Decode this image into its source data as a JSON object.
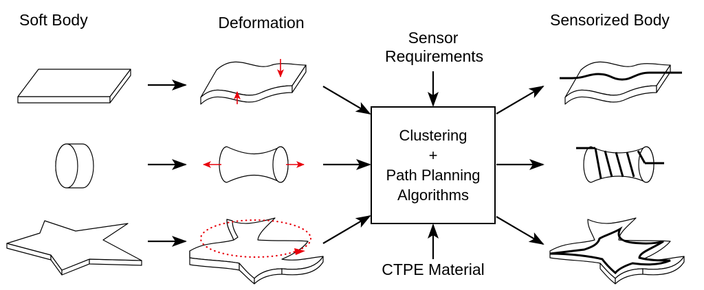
{
  "headings": {
    "soft_body": "Soft Body",
    "deformation": "Deformation",
    "sensorized_body": "Sensorized Body"
  },
  "inputs": {
    "sensor_requirements_line1": "Sensor",
    "sensor_requirements_line2": "Requirements",
    "material": "CTPE Material"
  },
  "process_box": {
    "line1": "Clustering",
    "line2": "+",
    "line3": "Path Planning",
    "line4": "Algorithms"
  },
  "shapes": [
    "slab",
    "cylinder",
    "star"
  ],
  "colors": {
    "outline": "#000000",
    "deformation_arrow": "#e8000b",
    "sensor_path": "#000000"
  }
}
